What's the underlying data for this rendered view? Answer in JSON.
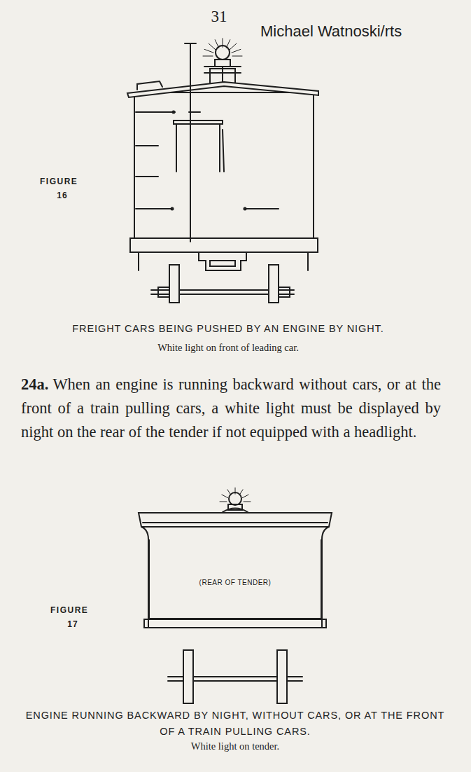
{
  "diagram": {
    "nodes": [
      {
        "text": [
          "(REAR OF TENDER)"
        ]
      }
    ],
    "labels": [
      "31",
      "Michael Watnoski/rts",
      "FIGURE",
      "16",
      "FREIGHT CARS BEING PUSHED BY AN ENGINE BY NIGHT.",
      "White light on front of leading car.",
      "24a.",
      "When an engine is running backward without cars, or at the front of a train pulling cars, a white light must be displayed by night on the rear of the tender if not equipped with a headlight.",
      "FIGURE",
      "17",
      "ENGINE RUNNING BACKWARD BY NIGHT, WITHOUT CARS, OR AT THE FRONT OF A TRAIN PULLING CARS.",
      "White light on tender."
    ]
  }
}
